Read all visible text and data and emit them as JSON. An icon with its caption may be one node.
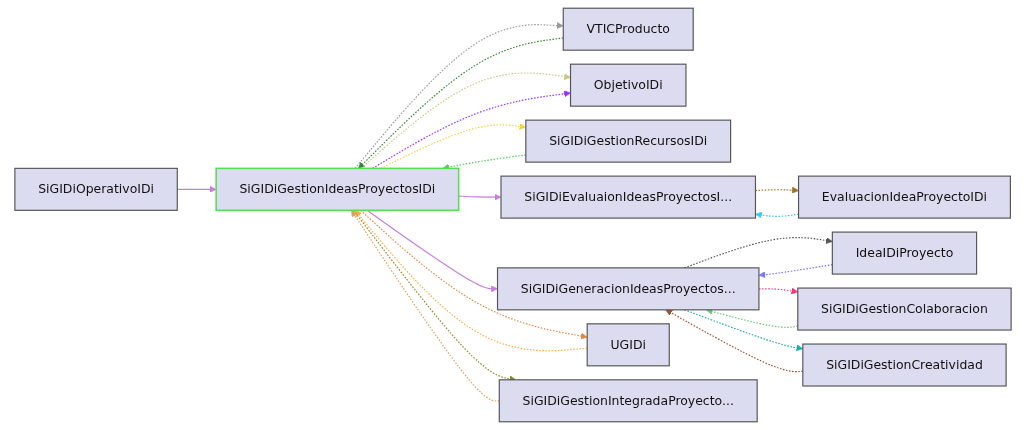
{
  "diagram": {
    "nodes": [
      {
        "text": [
          "SiGIDiOperativoIDi"
        ]
      },
      {
        "text": [
          "VTICProducto"
        ]
      },
      {
        "text": [
          "ObjetivoIDi"
        ]
      },
      {
        "text": [
          "SiGIDiGestionRecursosIDi"
        ]
      },
      {
        "text": [
          "IdeaIDiProyecto"
        ]
      },
      {
        "text": [
          "EvaluacionIdeaProyectoIDi"
        ]
      },
      {
        "text": [
          "SiGIDiGeneracionIdeasProyectos..."
        ]
      },
      {
        "text": [
          "SiGIDiGestionIdeasProyectosIDi"
        ]
      },
      {
        "text": [
          "SiGIDiEvaluaionIdeasProyectosI..."
        ]
      },
      {
        "text": [
          "SiGIDiGestionColaboracion"
        ]
      },
      {
        "text": [
          "UGIDi"
        ]
      },
      {
        "text": [
          "SiGIDiGestionCreatividad"
        ]
      },
      {
        "text": [
          "SiGIDiGestionIntegradaProyecto..."
        ]
      }
    ],
    "edges": [
      {
        "from": 0,
        "to": 7,
        "arrow": "to",
        "color": "#c77ddb"
      },
      {
        "from": 7,
        "to": 3,
        "arrow": "to",
        "style": "dashed",
        "color": "#f5d142"
      },
      {
        "from": 3,
        "to": 7,
        "arrow": "to",
        "style": "dashed",
        "color": "#55cc55"
      },
      {
        "from": 1,
        "to": 7,
        "arrow": "to",
        "style": "dashed",
        "color": "#2e8b2e"
      },
      {
        "from": 7,
        "to": 1,
        "arrow": "to",
        "style": "dashed",
        "color": "#999999"
      },
      {
        "from": 7,
        "to": 2,
        "arrow": "to",
        "style": "dashed",
        "color": "#c8c88a"
      },
      {
        "from": 7,
        "to": 2,
        "arrow": "to",
        "style": "dashed",
        "color": "#9b30ff"
      },
      {
        "from": 5,
        "to": 8,
        "arrow": "to",
        "style": "dashed",
        "color": "#33ccee"
      },
      {
        "from": 8,
        "to": 5,
        "arrow": "to",
        "style": "dashed",
        "color": "#a0702a"
      },
      {
        "from": 7,
        "to": 8,
        "arrow": "to",
        "color": "#c77ddb"
      },
      {
        "from": 7,
        "to": 6,
        "arrow": "to",
        "color": "#c77ddb"
      },
      {
        "from": 7,
        "to": 10,
        "arrow": "to",
        "style": "dashed",
        "color": "#e08840"
      },
      {
        "from": 10,
        "to": 7,
        "arrow": "to",
        "style": "dashed",
        "color": "#ffaa44"
      },
      {
        "from": 7,
        "to": 12,
        "arrow": "to",
        "style": "dashed",
        "color": "#8a8a20"
      },
      {
        "from": 12,
        "to": 7,
        "arrow": "to",
        "style": "dashed",
        "color": "#e0a060"
      },
      {
        "from": 4,
        "to": 6,
        "arrow": "to",
        "style": "dashed",
        "color": "#7777ff"
      },
      {
        "from": 6,
        "to": 4,
        "arrow": "to",
        "style": "dashed",
        "color": "#555555"
      },
      {
        "from": 9,
        "to": 6,
        "arrow": "to",
        "style": "dashed",
        "color": "#66cc77"
      },
      {
        "from": 6,
        "to": 9,
        "arrow": "to",
        "style": "dashed",
        "color": "#ff3377"
      },
      {
        "from": 6,
        "to": 11,
        "arrow": "to",
        "style": "dashed",
        "color": "#22aaaa"
      },
      {
        "from": 11,
        "to": 6,
        "arrow": "to",
        "style": "dashed",
        "color": "#a0522d"
      }
    ]
  }
}
